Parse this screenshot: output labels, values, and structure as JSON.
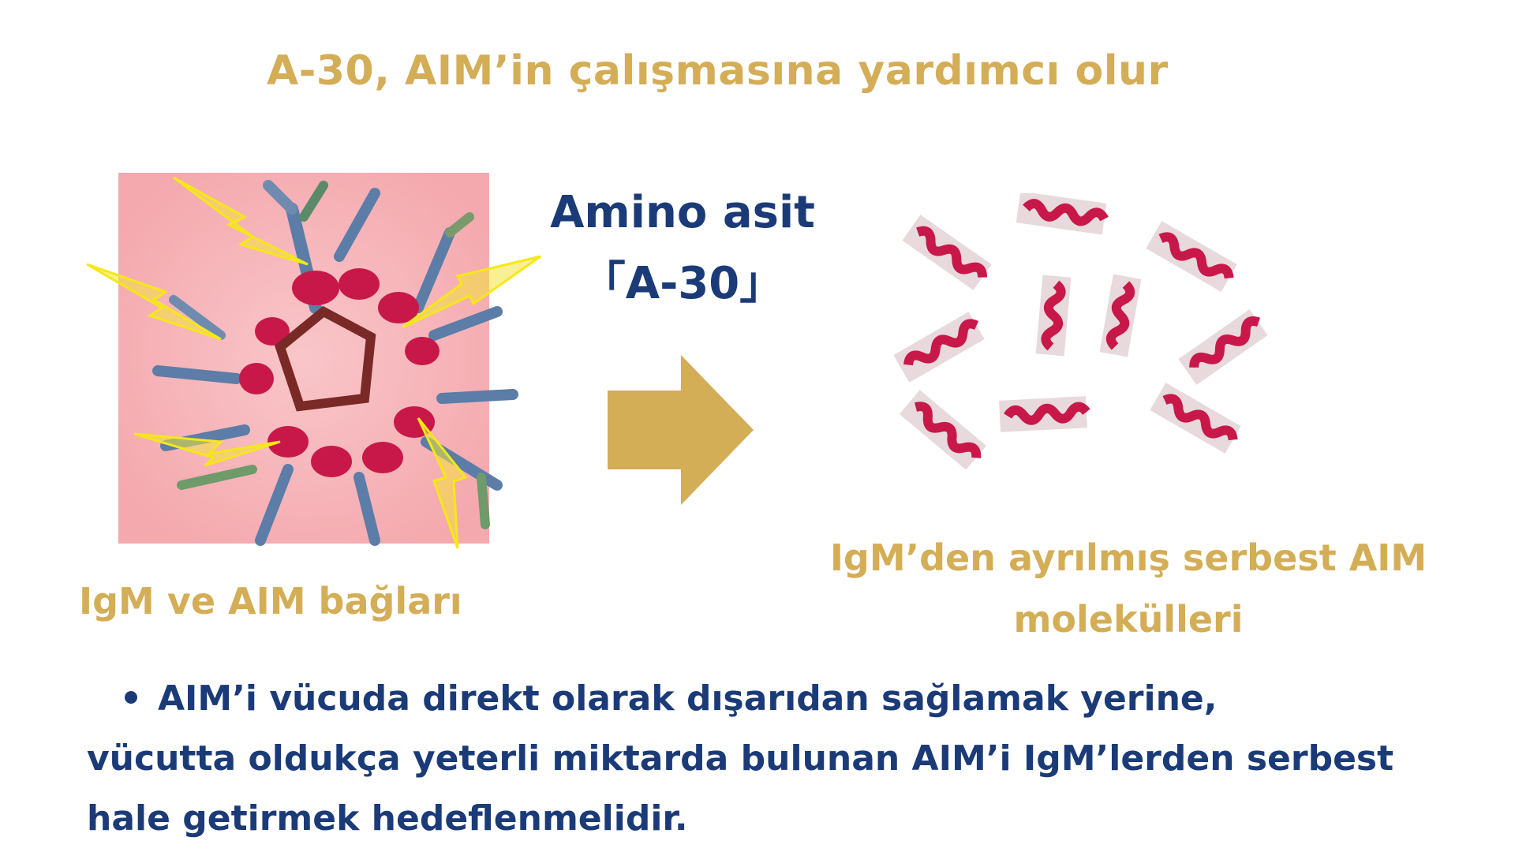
{
  "title": "A-30, AIM’in çalışmasına yardımcı olur",
  "middle": {
    "line1": "Amino asit",
    "line2": "「A-30」"
  },
  "captions": {
    "left": "IgM ve AIM bağları",
    "right_line1": "IgM’den ayrılmış serbest AIM",
    "right_line2": "molekülleri"
  },
  "bullet": {
    "line1": "AIM’i vücuda direkt olarak dışarıdan sağlamak yerine,",
    "line2": "vücutta oldukça yeterli miktarda bulunan AIM’i IgM’lerden serbest",
    "line3": "hale getirmek hedeflenmelidir."
  },
  "colors": {
    "gold": "#d4ad57",
    "navy": "#1b3b78",
    "magenta": "#c8184a",
    "pink_bg": "#f5b3b8",
    "lightning": "#f2e33b"
  },
  "icons": {
    "left_image": "igm-aim-complex-illustration",
    "arrow": "arrow-right-icon",
    "right_image": "free-aim-molecules-illustration"
  }
}
